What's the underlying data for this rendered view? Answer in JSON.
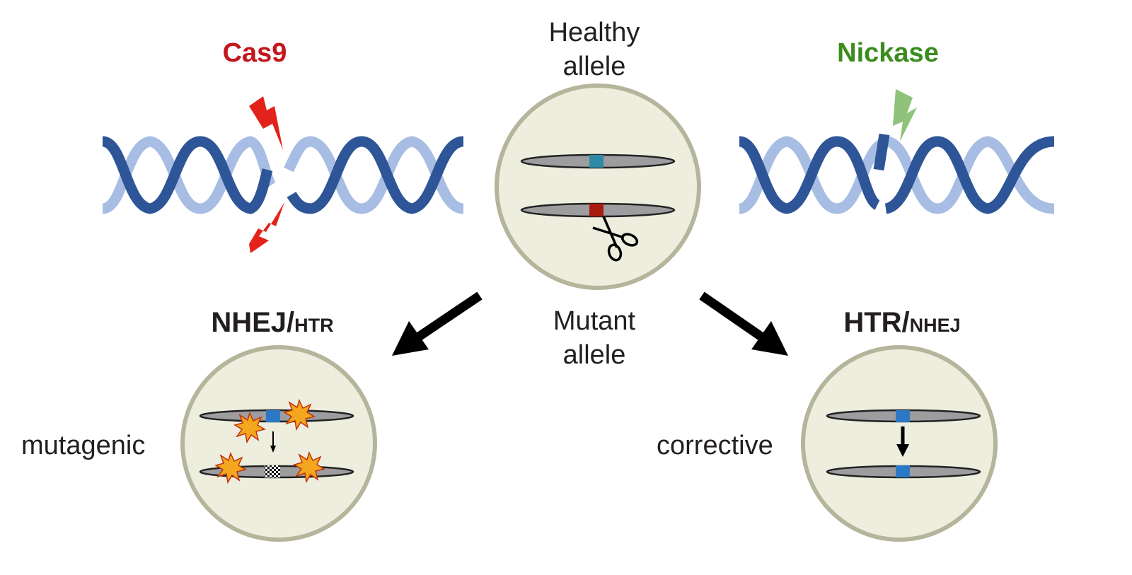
{
  "labels": {
    "cas9": "Cas9",
    "nickase": "Nickase",
    "healthy_line1": "Healthy",
    "healthy_line2": "allele",
    "mutant_line1": "Mutant",
    "mutant_line2": "allele",
    "left_pathway_main": "NHEJ/",
    "left_pathway_minor": "HTR",
    "right_pathway_main": "HTR/",
    "right_pathway_minor": "NHEJ",
    "left_outcome": "mutagenic",
    "right_outcome": "corrective"
  },
  "colors": {
    "helix_dark": "#2e5597",
    "helix_light": "#a8bde3",
    "cas9_bolt": "#e3231b",
    "nickase_bolt": "#8fc27a",
    "nucleus_fill": "#eeeedf",
    "nucleus_stroke": "#b5b59c",
    "chromosome": "#9d9d9f",
    "healthy_locus": "#2f8aa6",
    "mutant_locus": "#a81c10",
    "repaired_locus": "#2b79c6",
    "arrow": "#000000",
    "damage_burst": "#f3a71e"
  },
  "icons": [
    "lightning-bolt-icon",
    "scissors-icon",
    "damage-burst-icon",
    "arrow-icon"
  ]
}
